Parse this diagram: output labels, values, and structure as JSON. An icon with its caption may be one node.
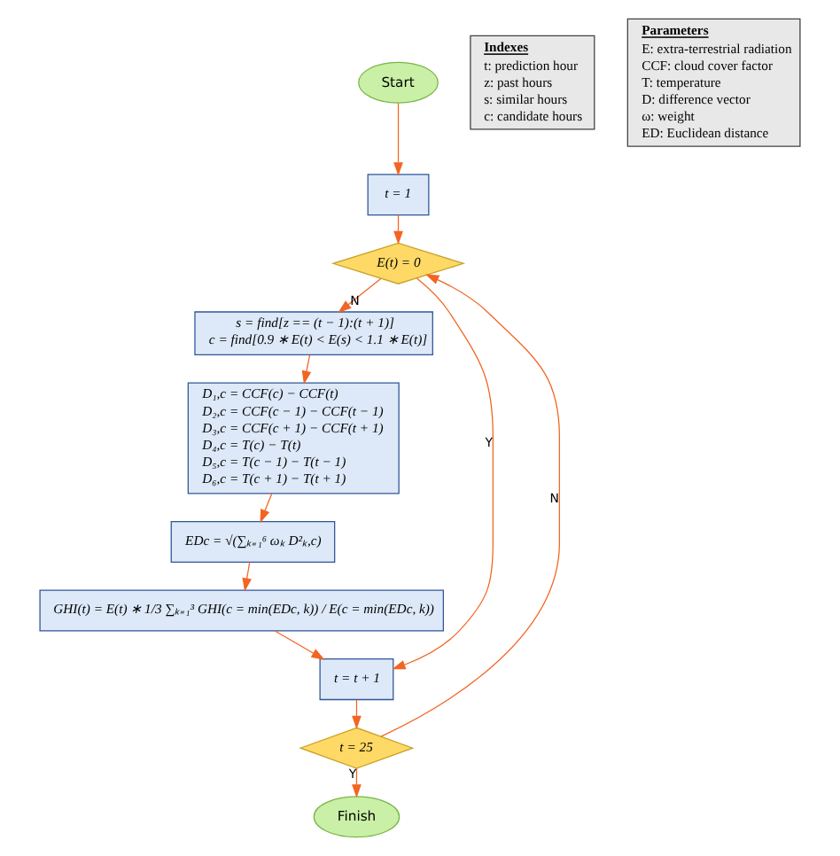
{
  "diagram": {
    "nodes": [
      {
        "text": [
          "Start"
        ]
      },
      {
        "text": [
          "t = 1"
        ]
      },
      {
        "text": [
          "E(t) = 0"
        ]
      },
      {
        "text": [
          "s = find[z == (t − 1):(t + 1)]",
          "c = find[0.9 ∗ E(t) < E(s) < 1.1 ∗ E(t)]"
        ]
      },
      {
        "text": [
          "D₁,c = CCF(c) − CCF(t)",
          "D₂,c = CCF(c − 1) − CCF(t − 1)",
          "D₃,c = CCF(c + 1) − CCF(t + 1)",
          "D₄,c = T(c) − T(t)",
          "D₅,c = T(c − 1) − T(t − 1)",
          "D₆,c = T(c + 1) − T(t + 1)"
        ]
      },
      {
        "text": [
          "EDc = √(∑ₖ₌₁⁶ ωₖ D²ₖ,c)"
        ]
      },
      {
        "text": [
          "GHI(t) = E(t) ∗ 1/3 ∑ₖ₌₁³ GHI(c = min(EDc, k)) / E(c = min(EDc, k))"
        ]
      },
      {
        "text": [
          "t = t + 1"
        ]
      },
      {
        "text": [
          "t = 25"
        ]
      },
      {
        "text": [
          "Finish"
        ]
      },
      {
        "text": [
          "Indexes",
          "t: prediction hour",
          "z: past hours",
          "s: similar hours",
          "c: candidate hours"
        ]
      },
      {
        "text": [
          "Parameters",
          "E: extra-terrestrial radiation",
          "CCF: cloud cover factor",
          "T: temperature",
          "D: difference vector",
          "ω: weight",
          "ED: Euclidean distance"
        ]
      }
    ],
    "edges": [
      {
        "from": 0,
        "to": 1,
        "arrow": "to"
      },
      {
        "from": 1,
        "to": 2,
        "arrow": "to"
      },
      {
        "from": 2,
        "to": 3,
        "arrow": "to",
        "label": "N"
      },
      {
        "from": 2,
        "to": 7,
        "arrow": "to",
        "label": "Y"
      },
      {
        "from": 3,
        "to": 4,
        "arrow": "to"
      },
      {
        "from": 4,
        "to": 5,
        "arrow": "to"
      },
      {
        "from": 5,
        "to": 6,
        "arrow": "to"
      },
      {
        "from": 6,
        "to": 7,
        "arrow": "to"
      },
      {
        "from": 7,
        "to": 8,
        "arrow": "to"
      },
      {
        "from": 8,
        "to": 2,
        "arrow": "to",
        "label": "N"
      },
      {
        "from": 8,
        "to": 9,
        "arrow": "to",
        "label": "Y"
      }
    ]
  }
}
